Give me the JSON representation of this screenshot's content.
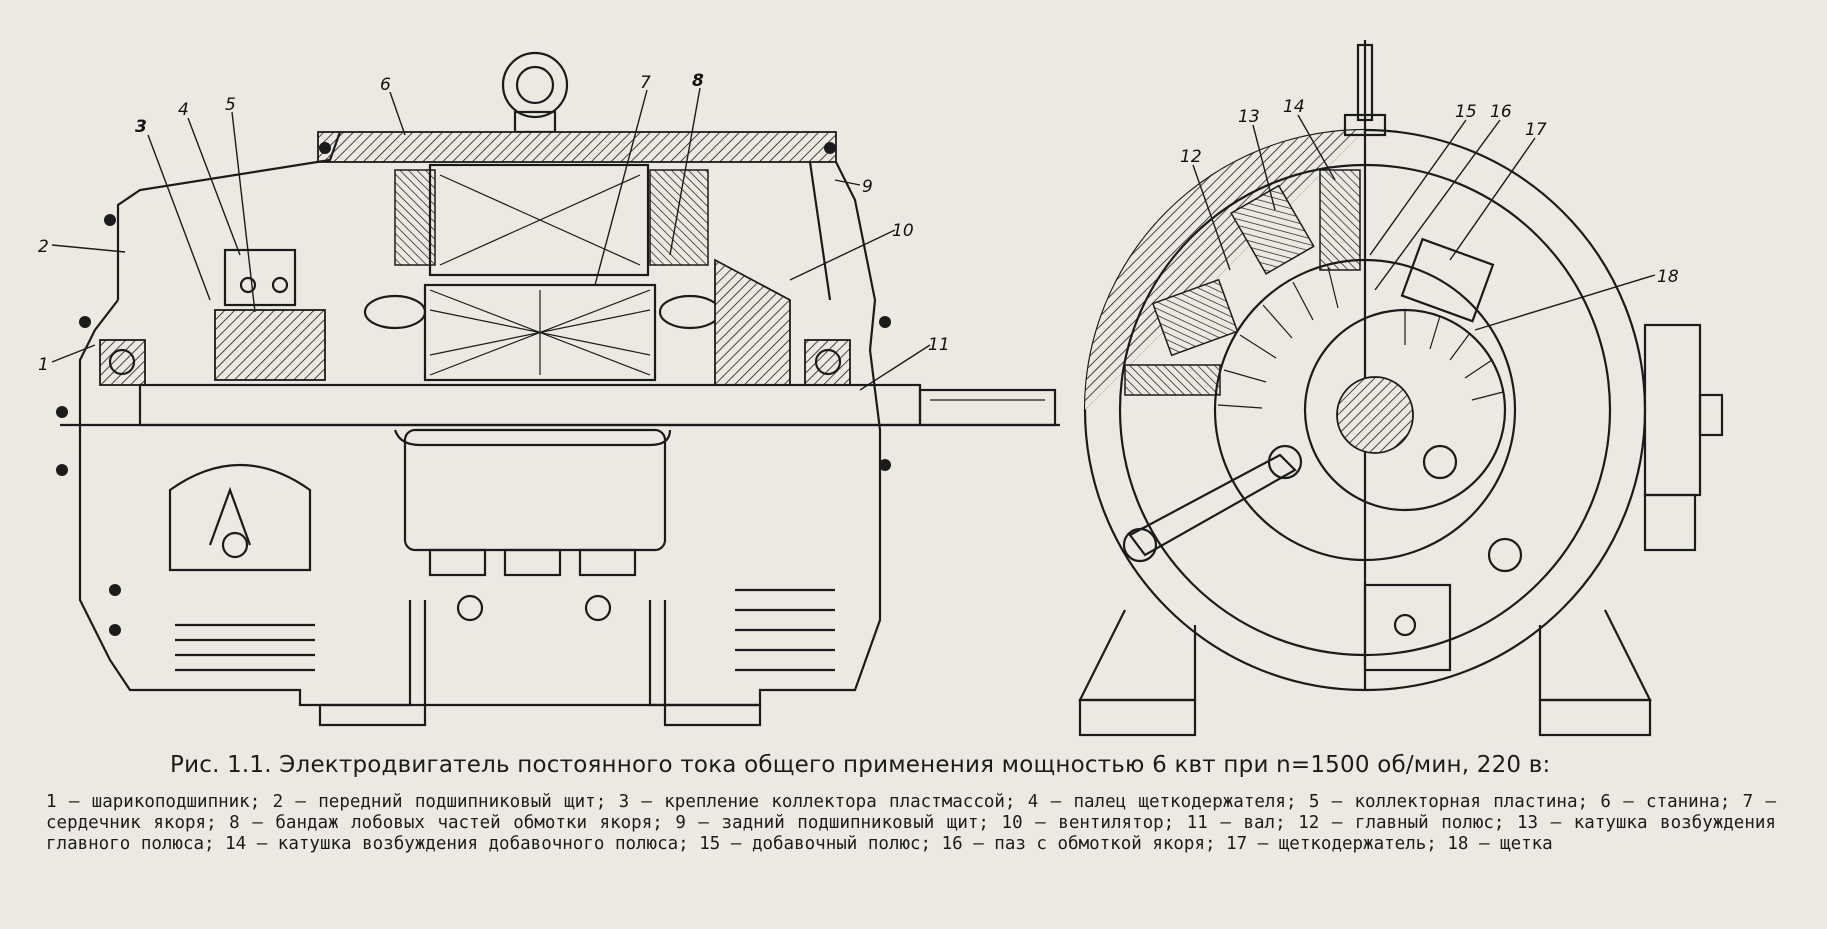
{
  "diagram": {
    "callouts": [
      {
        "id": "c1",
        "text": "1"
      },
      {
        "id": "c2",
        "text": "2"
      },
      {
        "id": "c3",
        "text": "3"
      },
      {
        "id": "c4",
        "text": "4"
      },
      {
        "id": "c5",
        "text": "5"
      },
      {
        "id": "c6",
        "text": "6"
      },
      {
        "id": "c7",
        "text": "7"
      },
      {
        "id": "c8",
        "text": "8"
      },
      {
        "id": "c9",
        "text": "9"
      },
      {
        "id": "c10",
        "text": "10"
      },
      {
        "id": "c11",
        "text": "11"
      },
      {
        "id": "c12",
        "text": "12"
      },
      {
        "id": "c13",
        "text": "13"
      },
      {
        "id": "c14",
        "text": "14"
      },
      {
        "id": "c15",
        "text": "15"
      },
      {
        "id": "c16",
        "text": "16"
      },
      {
        "id": "c17",
        "text": "17"
      },
      {
        "id": "c18",
        "text": "18"
      }
    ]
  },
  "caption": {
    "title": "Рис. 1.1. Электродвигатель постоянного тока общего применения мощностью 6 квт при n=1500 об/мин, 220 в:",
    "legend": [
      "1 — шарикоподшипник;",
      "2 — передний подшипниковый щит;",
      "3 — крепление коллектора пластмассой;",
      "4 — палец щеткодержателя;",
      "5 — коллекторная пластина;",
      "6 — станина;",
      "7 — сердечник якоря;",
      "8 — бандаж лобовых частей обмотки якоря;",
      "9 — задний подшипниковый щит;",
      "10 — вентилятор;",
      "11 — вал;",
      "12 — главный полюс;",
      "13 — катушка возбуждения главного полюса;",
      "14 — катушка возбуждения добавочного полюса;",
      "15 — добавочный полюс;",
      "16 — паз с обмоткой якоря;",
      "17 — щеткодержатель;",
      "18 — щетка"
    ]
  }
}
